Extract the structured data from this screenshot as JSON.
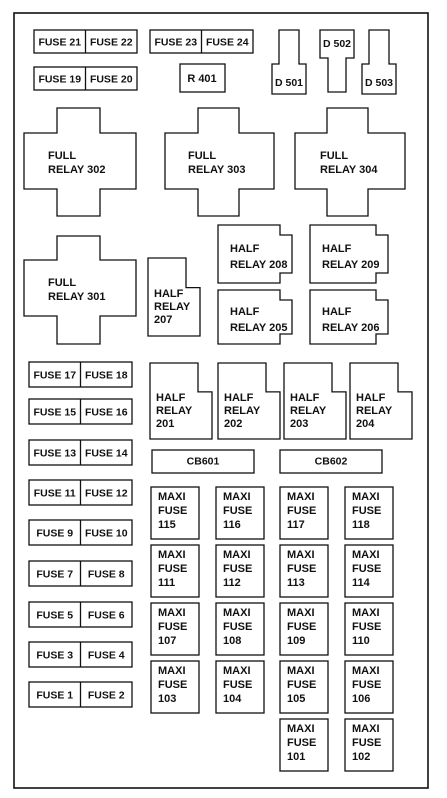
{
  "fuses_top": [
    [
      "FUSE 21",
      "FUSE 22"
    ],
    [
      "FUSE 23",
      "FUSE 24"
    ],
    [
      "FUSE 19",
      "FUSE 20"
    ]
  ],
  "r401": "R 401",
  "diodes": [
    "D 501",
    "D 502",
    "D 503"
  ],
  "full_relays": [
    [
      "FULL",
      "RELAY 302"
    ],
    [
      "FULL",
      "RELAY 303"
    ],
    [
      "FULL",
      "RELAY 304"
    ],
    [
      "FULL",
      "RELAY 301"
    ]
  ],
  "half_relays_block": [
    [
      "HALF",
      "RELAY 208"
    ],
    [
      "HALF",
      "RELAY 209"
    ],
    [
      "HALF",
      "RELAY 205"
    ],
    [
      "HALF",
      "RELAY 206"
    ]
  ],
  "half_relay_207": [
    "HALF",
    "RELAY",
    "207"
  ],
  "half_relays_row": [
    [
      "HALF",
      "RELAY",
      "201"
    ],
    [
      "HALF",
      "RELAY",
      "202"
    ],
    [
      "HALF",
      "RELAY",
      "203"
    ],
    [
      "HALF",
      "RELAY",
      "204"
    ]
  ],
  "fuses_left": [
    [
      "FUSE 17",
      "FUSE 18"
    ],
    [
      "FUSE 15",
      "FUSE 16"
    ],
    [
      "FUSE 13",
      "FUSE 14"
    ],
    [
      "FUSE 11",
      "FUSE 12"
    ],
    [
      "FUSE 9",
      "FUSE 10"
    ],
    [
      "FUSE 7",
      "FUSE 8"
    ],
    [
      "FUSE 5",
      "FUSE 6"
    ],
    [
      "FUSE 3",
      "FUSE 4"
    ],
    [
      "FUSE 1",
      "FUSE 2"
    ]
  ],
  "circuit_breakers": [
    "CB601",
    "CB602"
  ],
  "maxi_fuse_words": [
    "MAXI",
    "FUSE"
  ],
  "maxi_fuses": [
    [
      "115",
      "116",
      "117",
      "118"
    ],
    [
      "111",
      "112",
      "113",
      "114"
    ],
    [
      "107",
      "108",
      "109",
      "110"
    ],
    [
      "103",
      "104",
      "105",
      "106"
    ],
    [
      "101",
      "102"
    ]
  ]
}
